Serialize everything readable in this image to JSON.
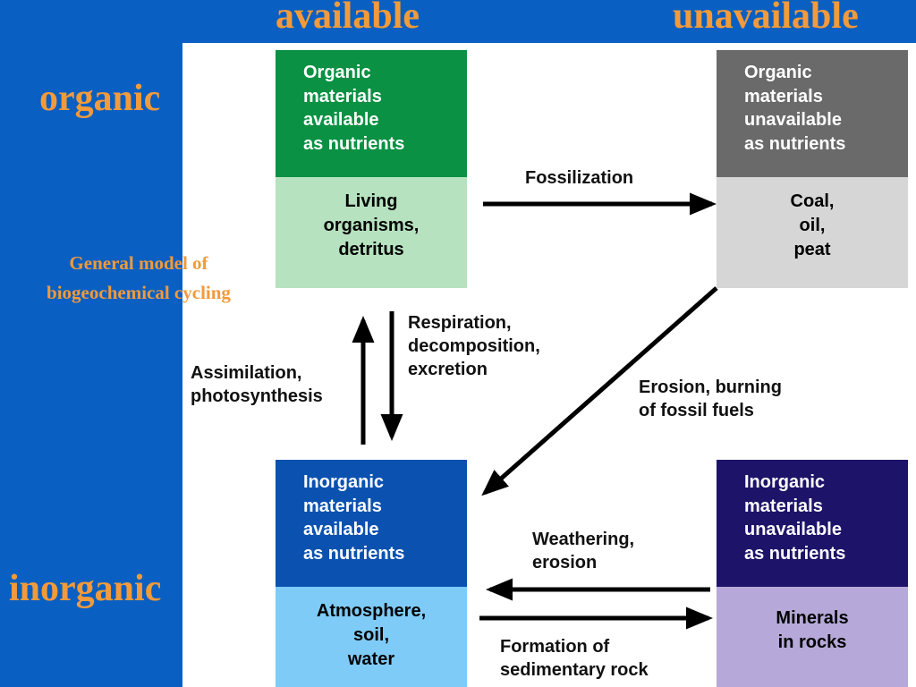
{
  "slide": {
    "col_available": "available",
    "col_unavailable": "unavailable",
    "row_organic": "organic",
    "row_inorganic": "inorganic",
    "caption": [
      "General model of",
      "biogeochemical cycling"
    ]
  },
  "colors": {
    "slide_background": "#0a5fc2",
    "slide_label": "#f39a3a",
    "organic_available_head": "#0a9143",
    "organic_available_body": "#b6e2bf",
    "organic_unavailable_head": "#6a6a6a",
    "organic_unavailable_body": "#d6d6d6",
    "inorganic_available_head": "#0b52b0",
    "inorganic_available_body": "#7fcbf7",
    "inorganic_unavailable_head": "#1d1469",
    "inorganic_unavailable_body": "#b6a9d9",
    "arrow": "#000000"
  },
  "boxes": {
    "organic_available": {
      "header": [
        "Organic",
        "materials",
        "available",
        "as nutrients"
      ],
      "body": [
        "Living",
        "organisms,",
        "detritus"
      ]
    },
    "organic_unavailable": {
      "header": [
        "Organic",
        "materials",
        "unavailable",
        "as nutrients"
      ],
      "body": [
        "Coal,",
        "oil,",
        "peat"
      ]
    },
    "inorganic_available": {
      "header": [
        "Inorganic",
        "materials",
        "available",
        "as nutrients"
      ],
      "body": [
        "Atmosphere,",
        "soil,",
        "water"
      ]
    },
    "inorganic_unavailable": {
      "header": [
        "Inorganic",
        "materials",
        "unavailable",
        "as nutrients"
      ],
      "body": [
        "Minerals",
        "in rocks"
      ]
    }
  },
  "processes": {
    "fossilization": [
      "Fossilization"
    ],
    "respiration": [
      "Respiration,",
      "decomposition,",
      "excretion"
    ],
    "assimilation": [
      "Assimilation,",
      "photosynthesis"
    ],
    "erosion_burning": [
      "Erosion, burning",
      "of fossil fuels"
    ],
    "weathering": [
      "Weathering,",
      "erosion"
    ],
    "formation": [
      "Formation of",
      "sedimentary rock"
    ]
  }
}
